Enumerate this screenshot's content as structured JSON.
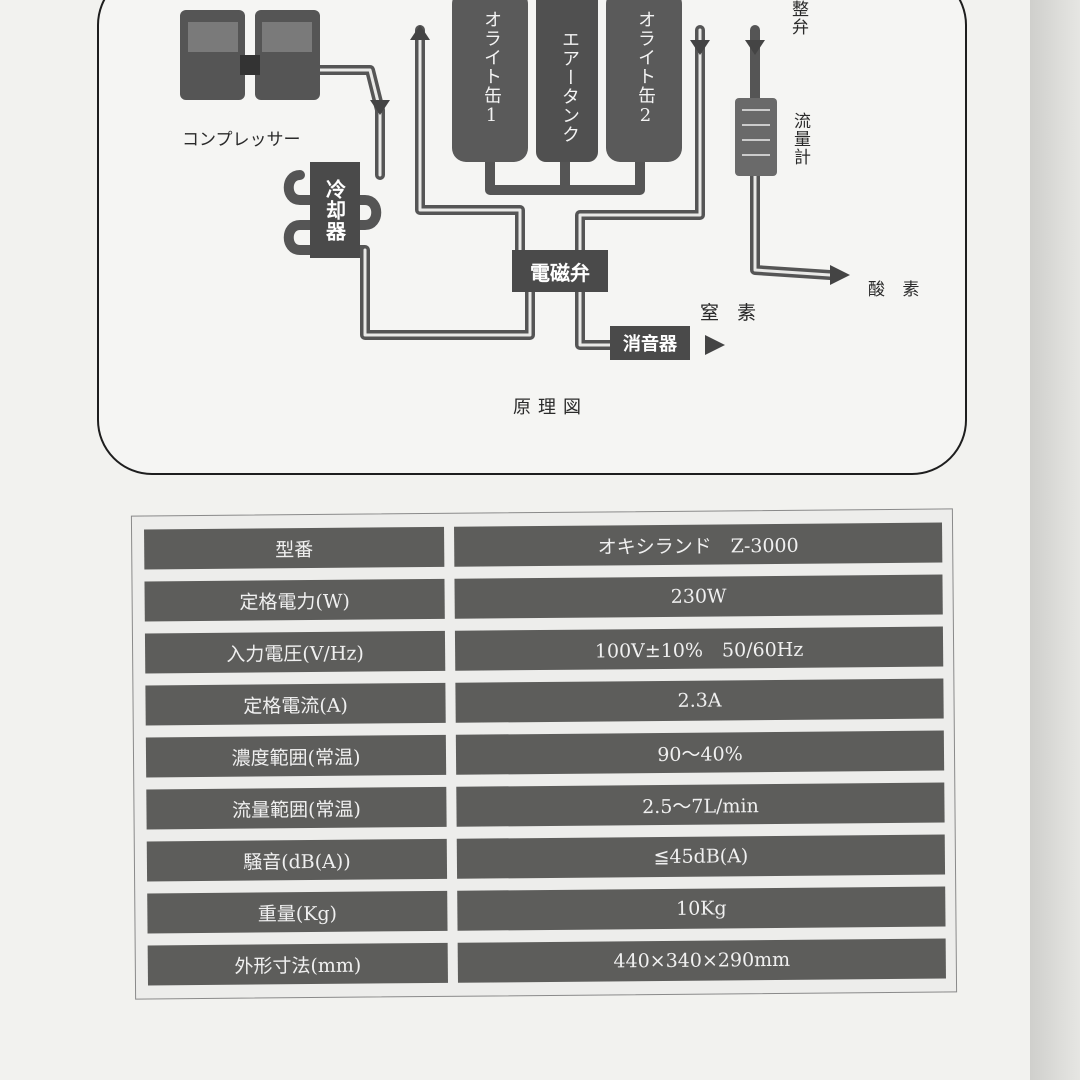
{
  "diagram": {
    "caption": "原理図",
    "components": {
      "compressor": "コンプレッサー",
      "cooler": "冷却器",
      "tank1": "オライト缶1",
      "air_tank": "エアータンク",
      "tank2": "オライト缶2",
      "valve_partial": "整弁",
      "flowmeter": "流量計",
      "solenoid_valve": "電磁弁",
      "muffler": "消音器",
      "nitrogen": "窒 素",
      "oxygen": "酸 素"
    }
  },
  "spec_table": {
    "rows": [
      {
        "label": "型番",
        "value": "オキシランド　Z-3000"
      },
      {
        "label": "定格電力(W)",
        "value": "230W"
      },
      {
        "label": "入力電圧(V/Hz)",
        "value": "100V±10%　50/60Hz"
      },
      {
        "label": "定格電流(A)",
        "value": "2.3A"
      },
      {
        "label": "濃度範囲(常温)",
        "value": "90～40%"
      },
      {
        "label": "流量範囲(常温)",
        "value": "2.5～7L/min"
      },
      {
        "label": "騒音(dB(A))",
        "value": "≦45dB(A)"
      },
      {
        "label": "重量(Kg)",
        "value": "10Kg"
      },
      {
        "label": "外形寸法(mm)",
        "value": "440×340×290mm"
      }
    ]
  }
}
